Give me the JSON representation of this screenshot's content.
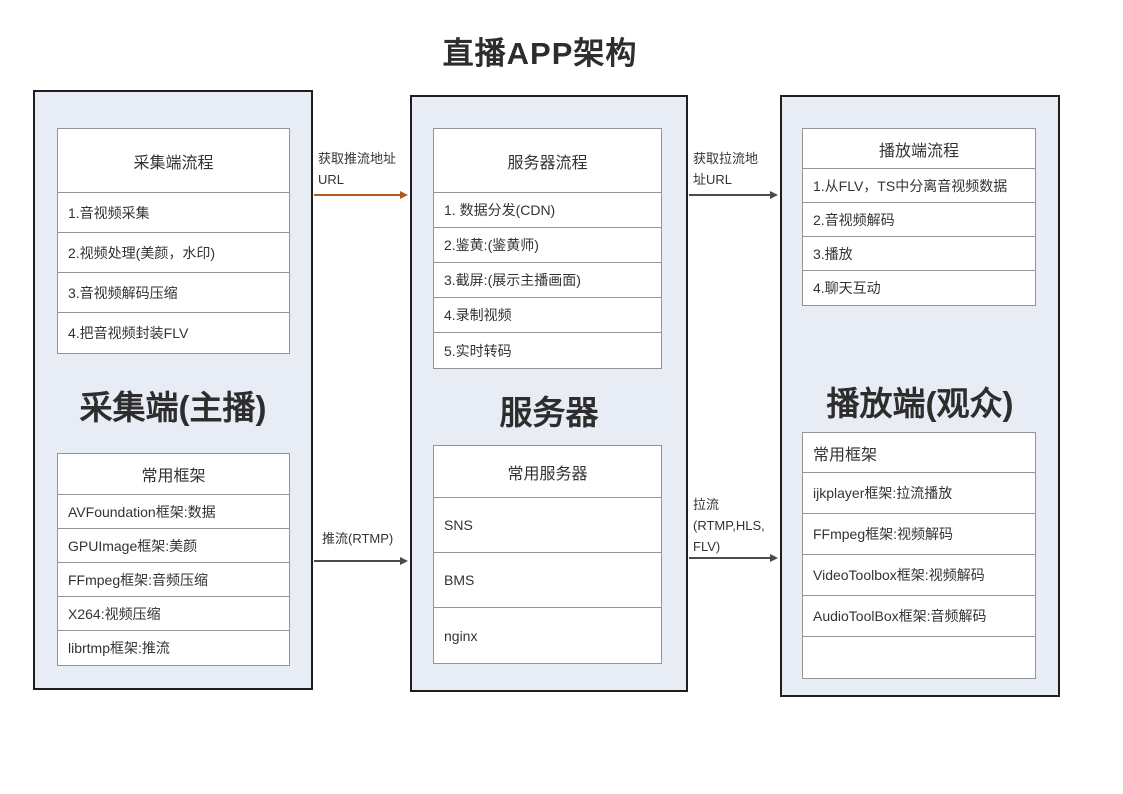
{
  "title": "直播APP架构",
  "colors": {
    "panel_bg": "#e8ecf5",
    "panel_border": "#1e1e1e",
    "box_border": "#949494",
    "text": "#333333",
    "arrow_orange": "#b25a22",
    "arrow_gray": "#4a4a4a"
  },
  "capture": {
    "label": "采集端(主播)",
    "flow": {
      "header": "采集端流程",
      "items": [
        "1.音视频采集",
        "2.视频处理(美颜，水印)",
        "3.音视频解码压缩",
        "4.把音视频封装FLV"
      ]
    },
    "frameworks": {
      "header": "常用框架",
      "items": [
        "AVFoundation框架:数据",
        "GPUImage框架:美颜",
        "FFmpeg框架:音频压缩",
        "X264:视频压缩",
        "librtmp框架:推流"
      ]
    }
  },
  "server": {
    "label": "服务器",
    "flow": {
      "header": "服务器流程",
      "items": [
        "1. 数据分发(CDN)",
        "2.鉴黄:(鉴黄师)",
        "3.截屏:(展示主播画面)",
        "4.录制视频",
        "5.实时转码"
      ]
    },
    "servers": {
      "header": "常用服务器",
      "items": [
        "SNS",
        "BMS",
        "nginx"
      ]
    }
  },
  "player": {
    "label": "播放端(观众)",
    "flow": {
      "header": "播放端流程",
      "items": [
        "1.从FLV，TS中分离音视频数据",
        "2.音视频解码",
        "3.播放",
        "4.聊天互动"
      ]
    },
    "frameworks": {
      "header": "常用框架",
      "items": [
        "ijkplayer框架:拉流播放",
        "FFmpeg框架:视频解码",
        "VideoToolbox框架:视频解码",
        "AudioToolBox框架:音频解码",
        ""
      ]
    }
  },
  "arrows": {
    "push_url": {
      "lines": [
        "获取推流地址",
        "URL"
      ],
      "color": "#b25a22"
    },
    "push": {
      "lines": [
        "推流(RTMP)"
      ],
      "color": "#4a4a4a"
    },
    "pull_url": {
      "lines": [
        "获取拉流地",
        "址URL"
      ],
      "color": "#4a4a4a"
    },
    "pull": {
      "lines": [
        "拉流",
        "(RTMP,HLS,",
        "FLV)"
      ],
      "color": "#4a4a4a"
    }
  }
}
